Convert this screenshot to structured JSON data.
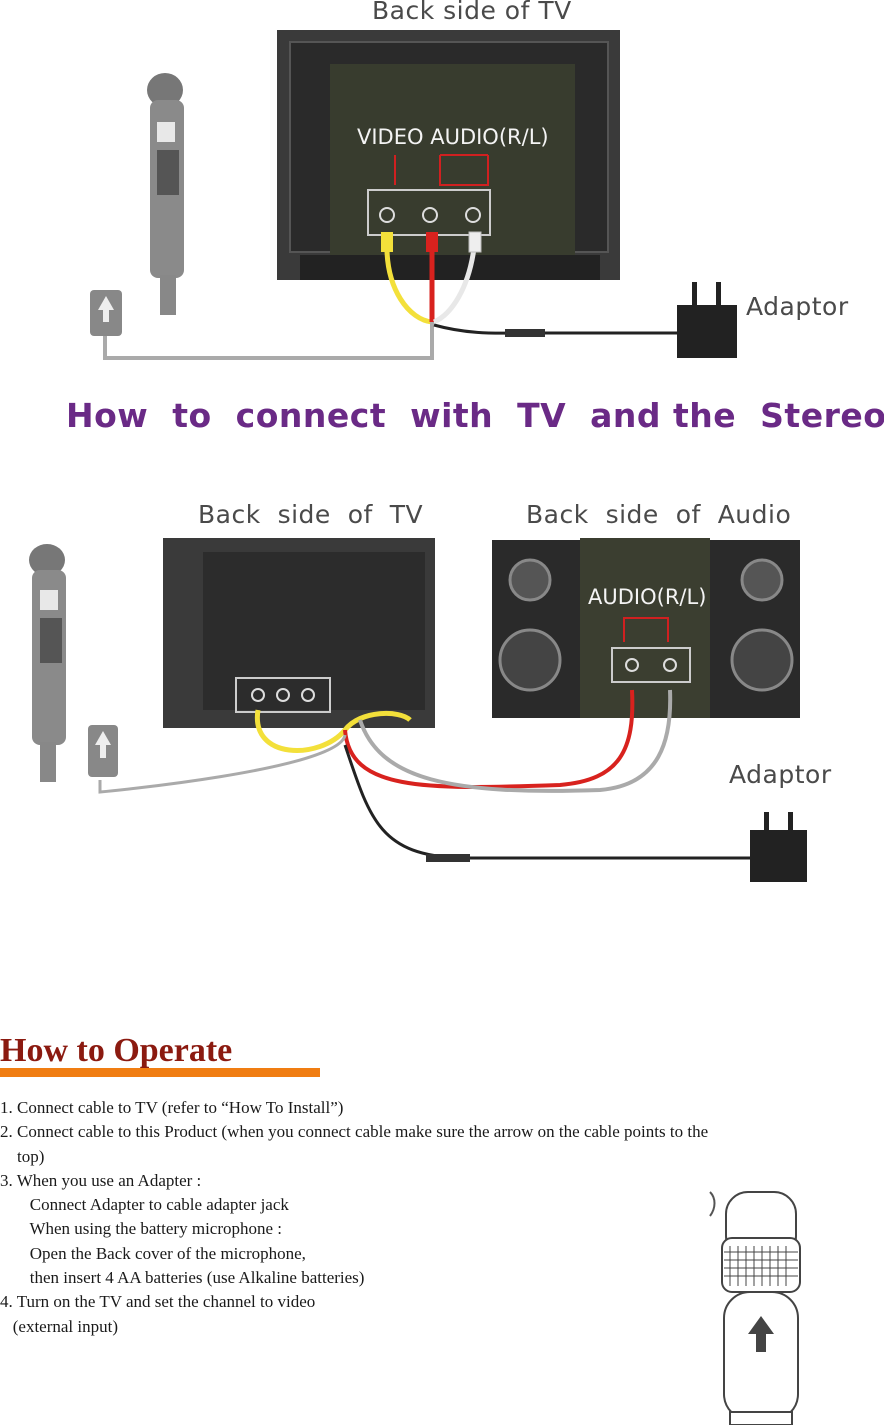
{
  "diagram1": {
    "tv_label": "Back  side  of  TV",
    "screen_label": "VIDEO  AUDIO(R/L)",
    "adaptor_label": "Adaptor"
  },
  "section_heading": "How  to  connect  with  TV  and the  Stereo",
  "diagram2": {
    "tv_label": "Back  side  of  TV",
    "audio_label": "Back  side  of  Audio",
    "screen_label": "AUDIO(R/L)",
    "adaptor_label": "Adaptor"
  },
  "operate": {
    "title": "How to Operate",
    "steps": [
      "1. Connect cable to TV (refer to “How To Install”)",
      "2. Connect cable to this Product (when you connect cable make sure the arrow on the cable points to the",
      "    top)",
      "3. When you use an Adapter :",
      "       Connect Adapter to cable adapter jack",
      "       When using the battery microphone :",
      "       Open the Back cover of the microphone,",
      "       then insert 4 AA batteries (use Alkaline batteries)",
      "4. Turn on the TV and set the channel to video",
      "   (external input)"
    ]
  },
  "colors": {
    "heading_purple": "#6a2a86",
    "title_red": "#8b1a10",
    "accent_orange": "#f07d12",
    "cable_yellow": "#f3e03a",
    "cable_red": "#d8221e",
    "cable_white": "#e8e8e8"
  }
}
